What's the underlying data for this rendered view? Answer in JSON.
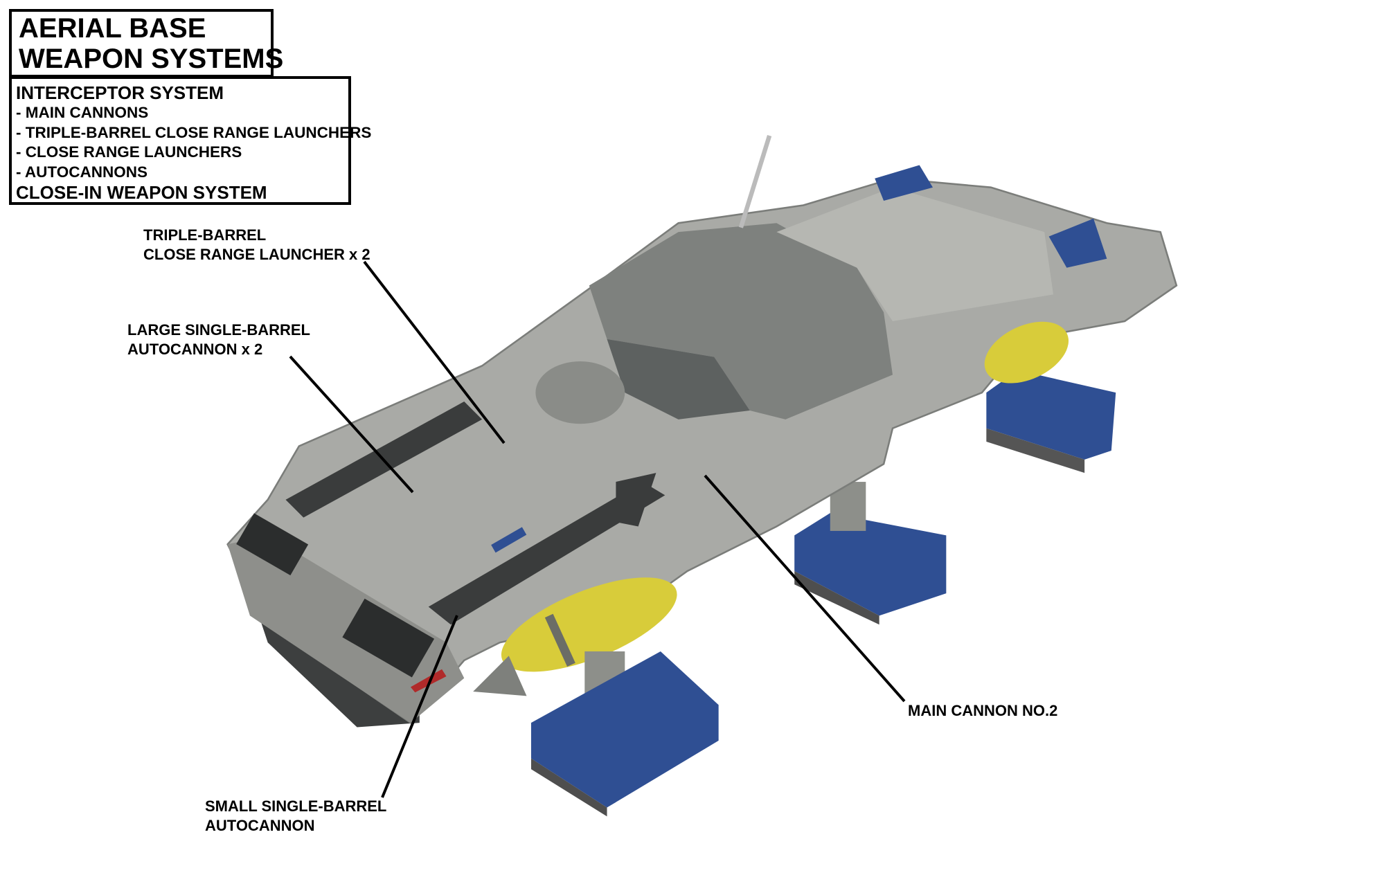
{
  "title": {
    "line1": "AERIAL BASE",
    "line2": "WEAPON SYSTEMS"
  },
  "systems": {
    "interceptor_heading": "INTERCEPTOR SYSTEM",
    "interceptor_items": [
      "- MAIN CANNONS",
      "- TRIPLE-BARREL CLOSE RANGE LAUNCHERS",
      "- CLOSE RANGE LAUNCHERS",
      "- AUTOCANNONS"
    ],
    "ciws_heading": "CLOSE-IN WEAPON SYSTEM"
  },
  "callouts": {
    "triple_barrel": {
      "line1": "TRIPLE-BARREL",
      "line2": "CLOSE RANGE LAUNCHER x 2"
    },
    "large_autocannon": {
      "line1": "LARGE SINGLE-BARREL",
      "line2": "AUTOCANNON x 2"
    },
    "small_autocannon": {
      "line1": "SMALL SINGLE-BARREL",
      "line2": "AUTOCANNON"
    },
    "main_cannon": {
      "line1": "MAIN CANNON NO.2"
    }
  },
  "colors": {
    "hull": "#a9aaa6",
    "hull_dark": "#5d6160",
    "pod_blue": "#2f4f93",
    "tank_yellow": "#d8cc3a",
    "stripe_red": "#b02a2a"
  }
}
